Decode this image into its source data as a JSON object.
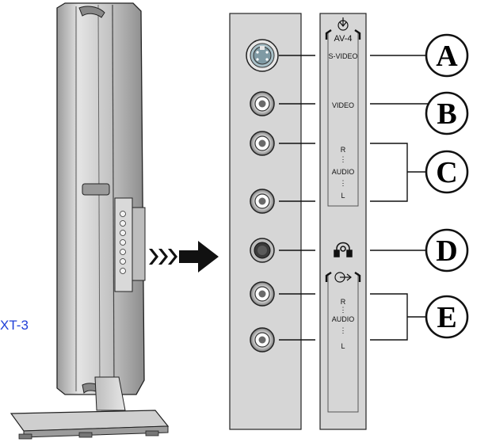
{
  "side_label": "XT-3",
  "panel": {
    "av_label": "AV-4",
    "svideo_label": "S-VIDEO",
    "video_label": "VIDEO",
    "audio_upper": {
      "r": "R",
      "audio": "AUDIO",
      "l": "L"
    },
    "audio_lower": {
      "r": "R",
      "audio": "AUDIO",
      "l": "L"
    }
  },
  "callouts": [
    "A",
    "B",
    "C",
    "D",
    "E"
  ],
  "icons": {
    "input": "input-arrow-icon",
    "headphone": "headphone-icon",
    "output": "output-arrow-icon",
    "arrow": "pointer-arrow-icon"
  },
  "colors": {
    "panel": "#d6d6d6",
    "tv_body": "#c9c9c9",
    "label_blue": "#1f3fd8"
  }
}
